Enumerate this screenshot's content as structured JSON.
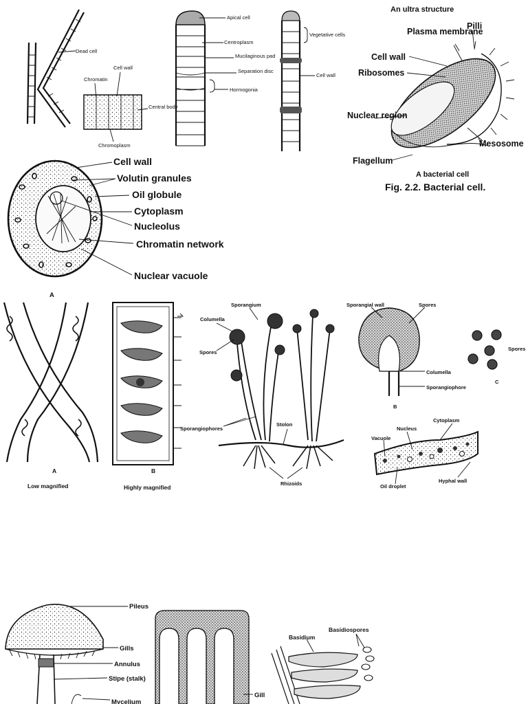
{
  "panel1": {
    "labels": {
      "dead_cell": "Dead cell",
      "cell_wall": "Cell wall",
      "chromatin": "Chromatin",
      "central_body": "Central body",
      "chromoplasm": "Chromoplasm",
      "apical_cell": "Apical cell",
      "centroplasm": "Centroplasm",
      "mucilaginous_pad": "Mucilaginous pad",
      "separation_disc": "Separation disc",
      "hormogonia": "Hormogonia",
      "vegetative_cells": "Vegetative cells",
      "cell_wall_right": "Cell wall"
    }
  },
  "bacterial": {
    "heading": "An ultra structure",
    "labels": {
      "plasma_membrane": "Plasma membrane",
      "pilli": "Pilli",
      "cell_wall": "Cell wall",
      "ribosomes": "Ribosomes",
      "nuclear_region": "Nuclear region",
      "mesosome": "Mesosome",
      "flagellum": "Flagellum"
    },
    "caption": "A bacterial cell",
    "fig_caption": "Fig. 2.2. Bacterial cell."
  },
  "cell": {
    "labels": {
      "cell_wall": "Cell wall",
      "volutin_granules": "Volutin granules",
      "oil_globule": "Oil globule",
      "cytoplasm": "Cytoplasm",
      "nucleolus": "Nucleolus",
      "chromatin_network": "Chromatin network",
      "nuclear_vacuole": "Nuclear vacuole"
    },
    "letter": "A"
  },
  "spirogyra": {
    "letter_a": "A",
    "letter_b": "B",
    "caption_a": "Low magnified",
    "caption_b": "Highly magnified"
  },
  "rhizopus": {
    "labels": {
      "sporangium": "Sporangium",
      "columella": "Columella",
      "spores": "Spores",
      "sporangiophores": "Sporangiophores",
      "stolon": "Stolon",
      "rhizoids": "Rhizoids"
    }
  },
  "sporangium": {
    "labels": {
      "sporangial_wall": "Sporangial wall",
      "spores": "Spores",
      "columella": "Columella",
      "sporangiophore": "Sporangiophore",
      "spores_c": "Spores"
    },
    "letter_b": "B",
    "letter_c": "C"
  },
  "hypha": {
    "labels": {
      "cytoplasm": "Cytoplasm",
      "nucleus": "Nucleus",
      "vacuole": "Vacuole",
      "oil_droplet": "Oil droplet",
      "hyphal_wall": "Hyphal wall"
    }
  },
  "mushroom": {
    "labels": {
      "pileus": "Pileus",
      "gills": "Gills",
      "annulus": "Annulus",
      "stipe": "Stipe (stalk)",
      "mycelium": "Mycelium",
      "gill": "Gill",
      "basidium": "Basidium",
      "basidiospores": "Basidiospores"
    }
  }
}
